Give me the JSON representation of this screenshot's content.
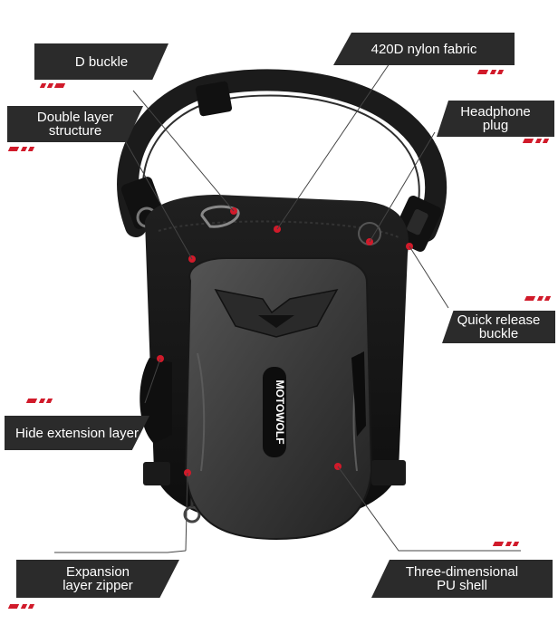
{
  "brand": "MOTOWOLF",
  "labels": {
    "d_buckle": "D buckle",
    "fabric": "420D nylon fabric",
    "double_layer": "Double layer\nstructure",
    "headphone": "Headphone\nplug",
    "quick_release": "Quick release\nbuckle",
    "hide_extension": "Hide extension layer",
    "expansion_zipper": "Expansion\nlayer zipper",
    "pu_shell": "Three-dimensional\nPU shell"
  },
  "colors": {
    "label_bg": "#2b2b2b",
    "accent": "#d11a2a",
    "bag_dark": "#1a1a1a",
    "shell": "#3a3a3a"
  }
}
